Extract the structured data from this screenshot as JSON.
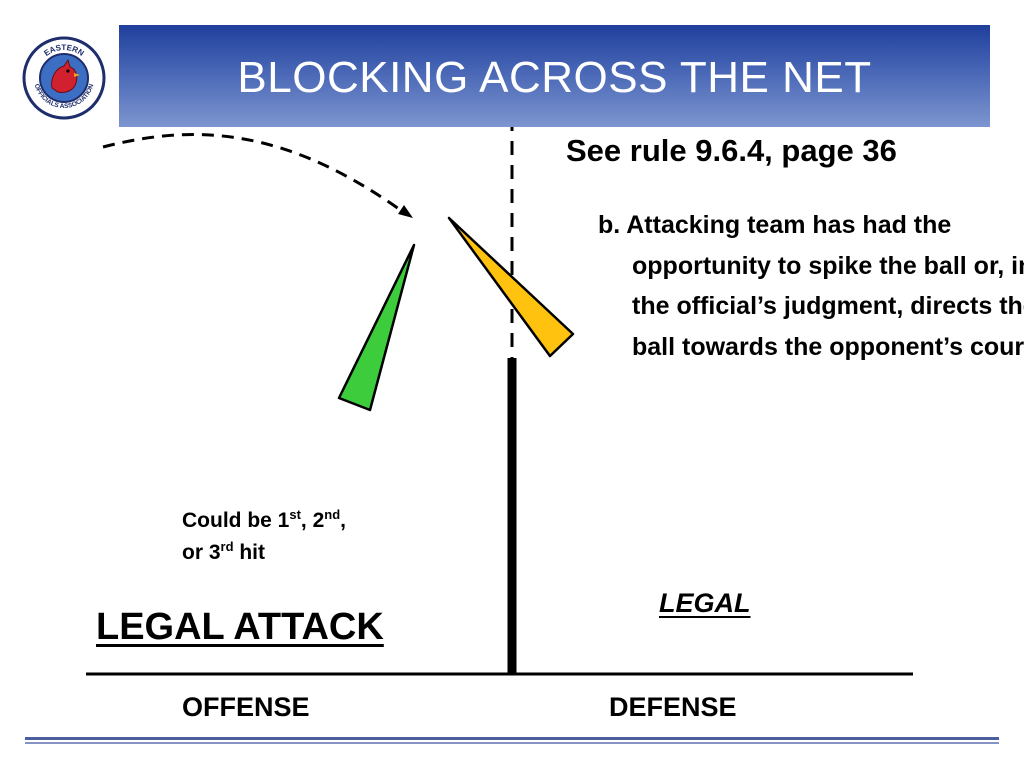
{
  "header": {
    "title": "BLOCKING ACROSS THE NET",
    "logo": {
      "top_text": "EASTERN",
      "bottom_text": "OFFICIALS ASSOCIATION",
      "icon": "cardinal-bird-emblem"
    }
  },
  "rule": {
    "reference": "See rule 9.6.4, page 36",
    "text": "b. Attacking team has had the opportunity to spike the ball or, in the official’s judgment, directs the ball towards the opponent’s court"
  },
  "hit_note": {
    "line1_prefix": "Could be 1",
    "sup1": "st",
    "line1_mid": ", 2",
    "sup2": "nd",
    "line1_suffix": ",",
    "line2_prefix": "or 3",
    "sup3": "rd",
    "line2_suffix": " hit"
  },
  "labels": {
    "legal_attack": "LEGAL ATTACK",
    "legal": "LEGAL",
    "offense": "OFFENSE",
    "defense": "DEFENSE"
  },
  "colors": {
    "attacker_arm": "#3ccc3c",
    "blocker_arm": "#ffc20e",
    "title_bar": "#3a58aa",
    "footer": "#4a5ea0"
  }
}
